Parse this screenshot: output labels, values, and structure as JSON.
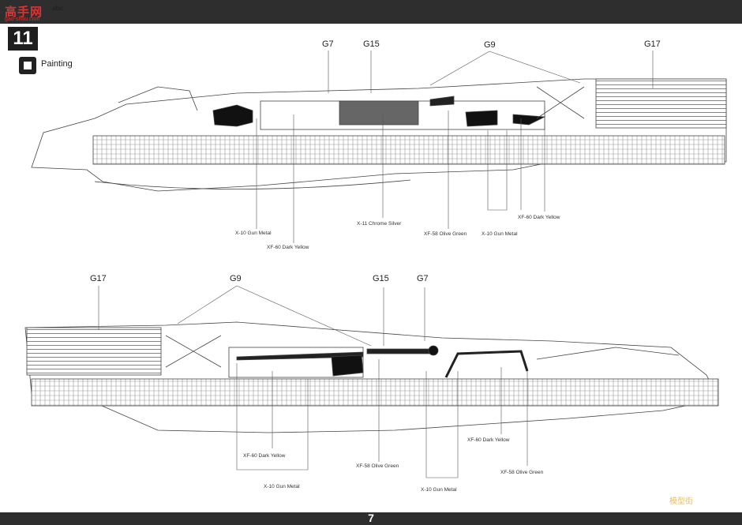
{
  "header": {
    "watermark": "高手网",
    "watermark_sub": "gao-shou.com",
    "watermark_tag": "abc"
  },
  "step": {
    "number": "11",
    "title": "Painting"
  },
  "top_diagram": {
    "codes": [
      "G7",
      "G15",
      "G9",
      "G17"
    ],
    "callouts": [
      "X-10 Gun Metal",
      "XF-60 Dark Yellow",
      "X-11 Chrome Silver",
      "XF-58 Olive Green",
      "X-10 Gun Metal",
      "XF-60 Dark Yellow"
    ]
  },
  "bottom_diagram": {
    "codes": [
      "G17",
      "G9",
      "G15",
      "G7"
    ],
    "callouts": [
      "XF-60 Dark Yellow",
      "X-10 Gun Metal",
      "XF-58 Olive Green",
      "X-10 Gun Metal",
      "XF-60 Dark Yellow",
      "XF-58 Olive Green"
    ]
  },
  "footer": {
    "page_number": "7",
    "stamp": "模型街"
  }
}
